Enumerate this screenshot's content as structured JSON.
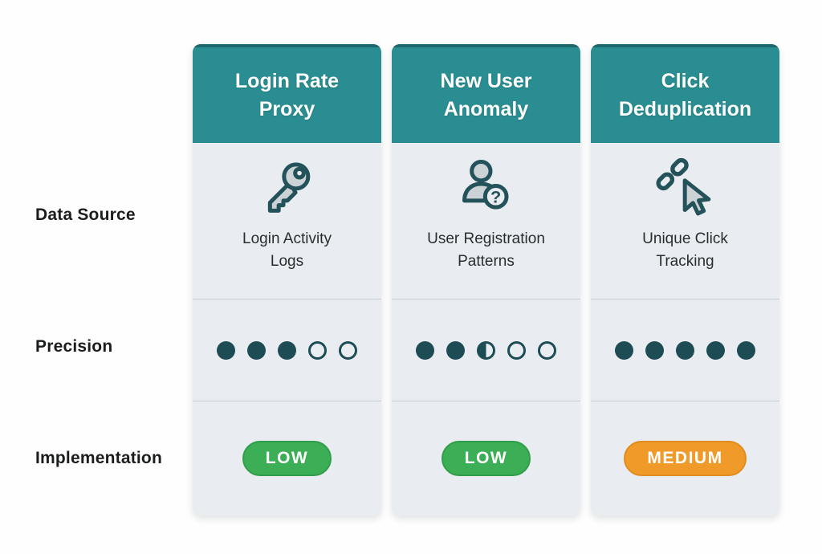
{
  "rows": {
    "data_source_label": "Data Source",
    "precision_label": "Precision",
    "implementation_label": "Implementation"
  },
  "columns": [
    {
      "title": "Login Rate\nProxy",
      "icon": "key-icon",
      "data_source": "Login Activity\nLogs",
      "precision": {
        "pattern": [
          "full",
          "full",
          "full",
          "empty",
          "empty"
        ]
      },
      "implementation": {
        "label": "LOW",
        "color": "#3cae55",
        "border": "#2f9d49"
      }
    },
    {
      "title": "New User\nAnomaly",
      "icon": "user-question-icon",
      "data_source": "User Registration\nPatterns",
      "precision": {
        "pattern": [
          "full",
          "full",
          "half",
          "empty",
          "empty"
        ]
      },
      "implementation": {
        "label": "LOW",
        "color": "#3cae55",
        "border": "#2f9d49"
      }
    },
    {
      "title": "Click\nDeduplication",
      "icon": "link-cursor-icon",
      "data_source": "Unique Click\nTracking",
      "precision": {
        "pattern": [
          "full",
          "full",
          "full",
          "full",
          "full"
        ]
      },
      "implementation": {
        "label": "MEDIUM",
        "color": "#f09b29",
        "border": "#de8d1e"
      }
    }
  ],
  "theme": {
    "header_bg": "#2a8d91",
    "header_top_edge": "#1d686d",
    "card_bg": "#e9edf1",
    "divider": "#c6ccd1",
    "dot_color": "#1d4c54",
    "low_badge": "#3cae55",
    "medium_badge": "#f09b29"
  }
}
